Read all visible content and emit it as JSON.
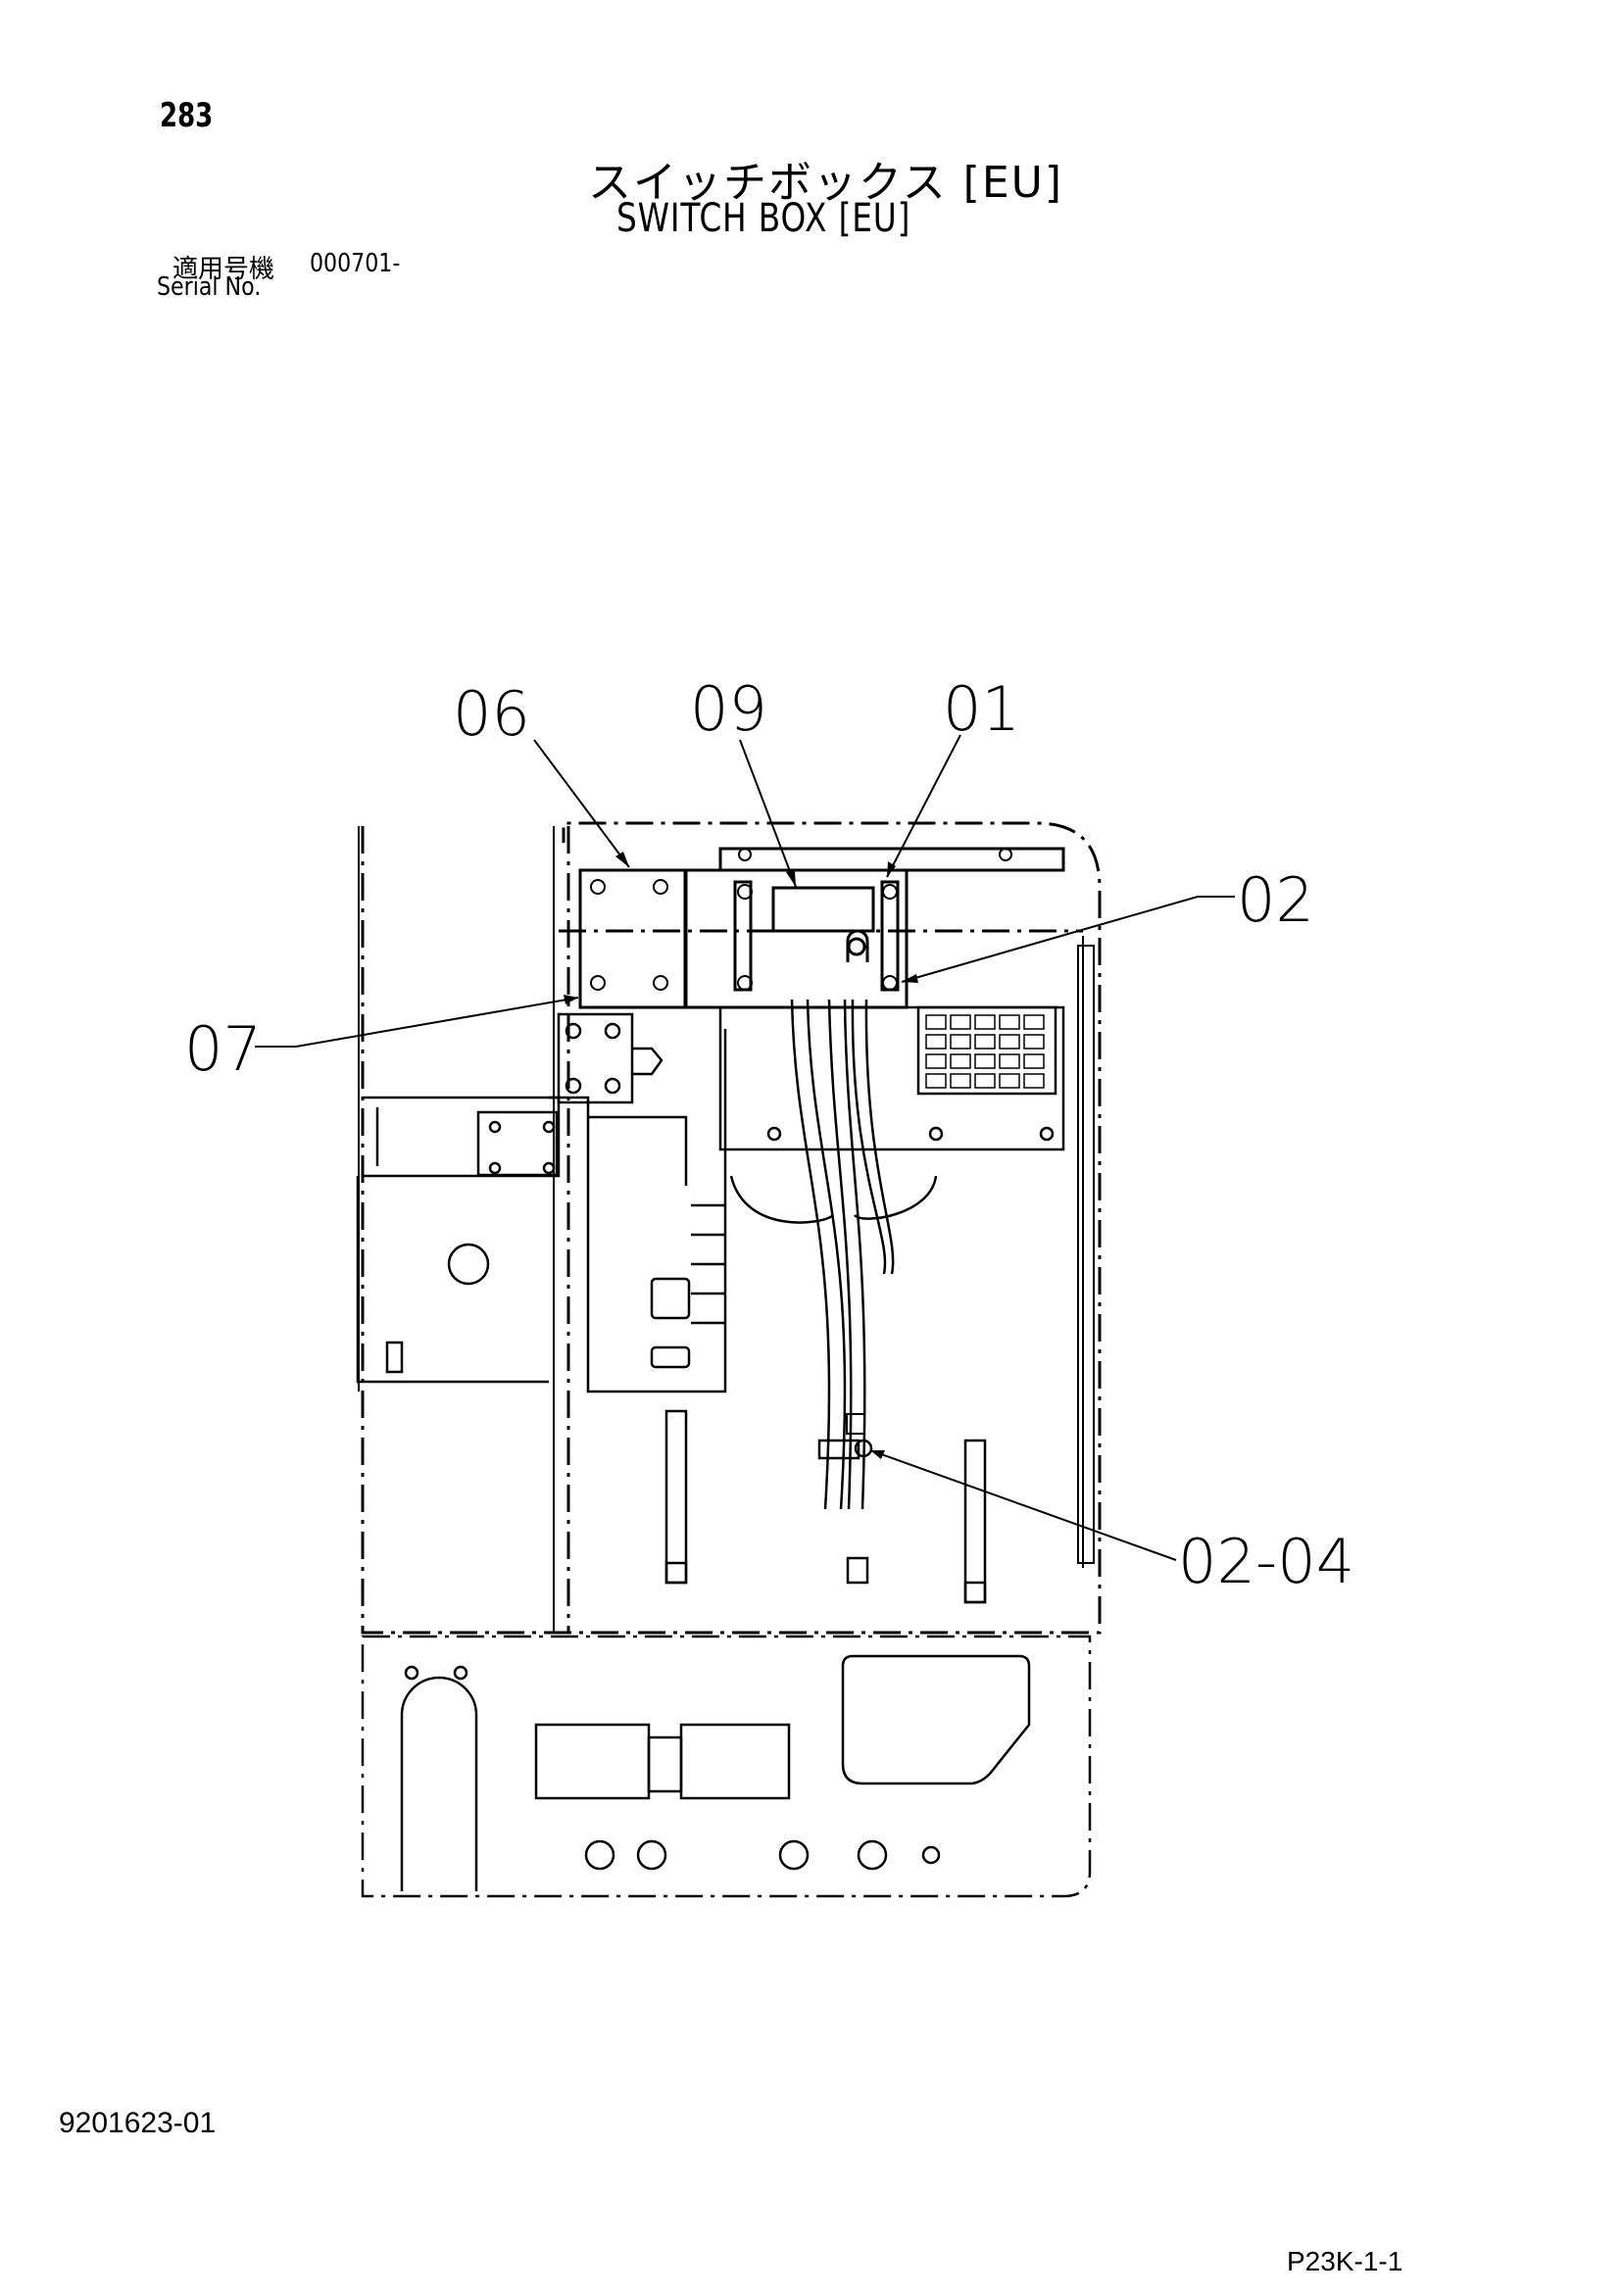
{
  "header": {
    "page_number": "283",
    "title_jp": "スイッチボックス [EU]",
    "title_en": "SWITCH BOX [EU]",
    "serial_label_jp": "適用号機",
    "serial_value": "000701-",
    "serial_label_en": "Serial No."
  },
  "callouts": [
    "06",
    "09",
    "01",
    "02",
    "07",
    "02-04"
  ],
  "footer": {
    "document_number": "9201623-01",
    "page_code": "P23K-1-1"
  }
}
